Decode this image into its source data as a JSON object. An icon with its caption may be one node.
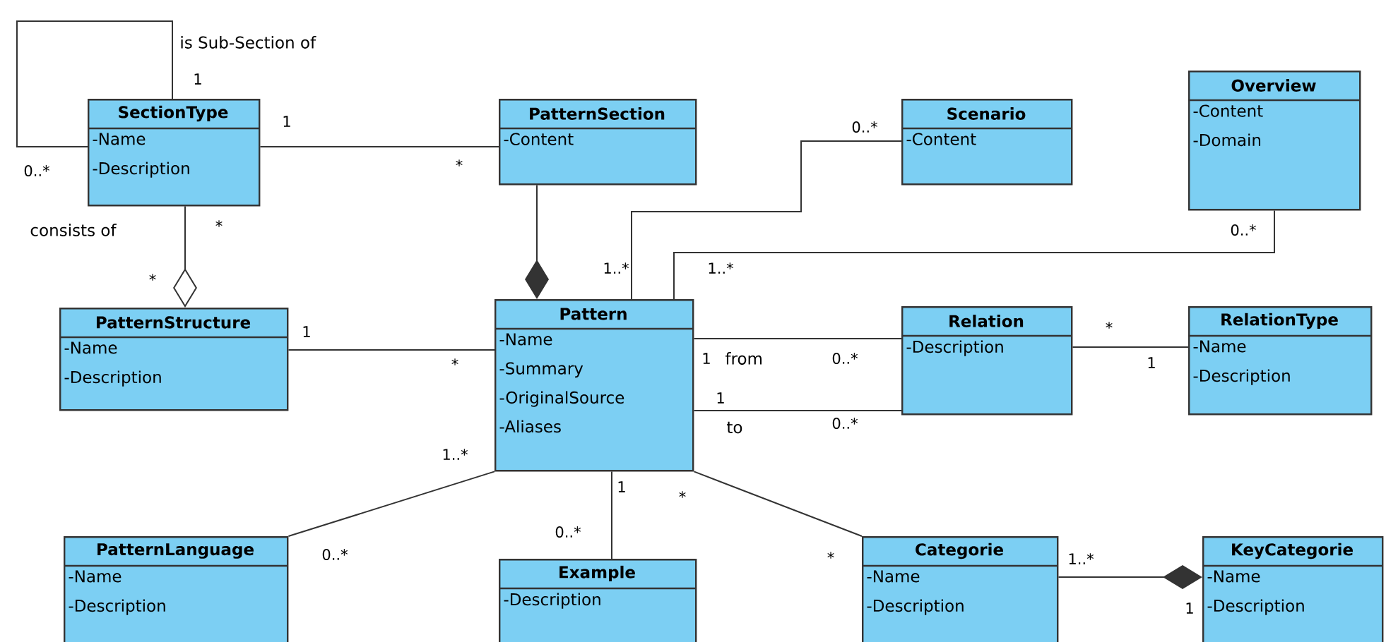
{
  "diagram": {
    "nodes": [
      {
        "text": [
          "SectionType",
          "-Name",
          "-Description"
        ]
      },
      {
        "text": [
          "PatternSection",
          "-Content"
        ]
      },
      {
        "text": [
          "Scenario",
          "-Content"
        ]
      },
      {
        "text": [
          "Overview",
          "-Content",
          "-Domain"
        ]
      },
      {
        "text": [
          "PatternStructure",
          "-Name",
          "-Description"
        ]
      },
      {
        "text": [
          "Pattern",
          "-Name",
          "-Summary",
          "-OriginalSource",
          "-Aliases"
        ]
      },
      {
        "text": [
          "Relation",
          "-Description"
        ]
      },
      {
        "text": [
          "RelationType",
          "-Name",
          "-Description"
        ]
      },
      {
        "text": [
          "PatternLanguage",
          "-Name",
          "-Description"
        ]
      },
      {
        "text": [
          "Example",
          "-Description"
        ]
      },
      {
        "text": [
          "Categorie",
          "-Name",
          "-Description"
        ]
      },
      {
        "text": [
          "KeyCategorie",
          "-Name",
          "-Description"
        ]
      }
    ],
    "edges": [
      {
        "from": 0,
        "to": 0,
        "arrow": "none",
        "label": "is Sub-Section of"
      },
      {
        "from": 0,
        "to": 1,
        "arrow": "none"
      },
      {
        "from": 0,
        "to": 4,
        "arrow": "other",
        "label": "consists of"
      },
      {
        "from": 1,
        "to": 5,
        "arrow": "other"
      },
      {
        "from": 5,
        "to": 2,
        "arrow": "none"
      },
      {
        "from": 5,
        "to": 3,
        "arrow": "none"
      },
      {
        "from": 4,
        "to": 5,
        "arrow": "none"
      },
      {
        "from": 5,
        "to": 6,
        "arrow": "none",
        "label": "from"
      },
      {
        "from": 5,
        "to": 6,
        "arrow": "none",
        "label": "to"
      },
      {
        "from": 6,
        "to": 7,
        "arrow": "none"
      },
      {
        "from": 5,
        "to": 8,
        "arrow": "none"
      },
      {
        "from": 5,
        "to": 9,
        "arrow": "none"
      },
      {
        "from": 5,
        "to": 10,
        "arrow": "none"
      },
      {
        "from": 10,
        "to": 11,
        "arrow": "other"
      }
    ],
    "labels": [
      "1",
      "1",
      "0..*",
      "0..*",
      "*",
      "*",
      "0..*",
      "1..*",
      "1..*",
      "*",
      "1",
      "*",
      "1",
      "0..*",
      "*",
      "1",
      "1",
      "0..*",
      "1..*",
      "1",
      "*",
      "0..*",
      "0..*",
      "1..*",
      "*",
      "1"
    ]
  }
}
